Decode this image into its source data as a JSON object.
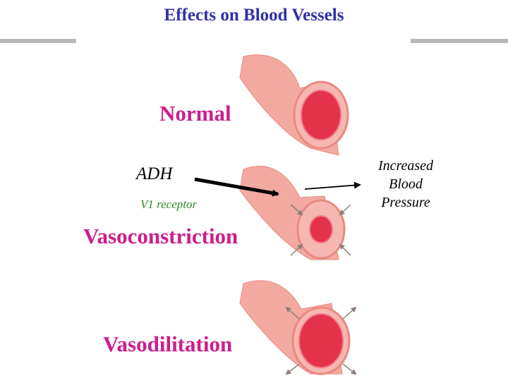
{
  "title": "Effects on Blood Vessels",
  "labels": {
    "normal": "Normal",
    "vasoconstriction": "Vasoconstriction",
    "vasodilitation": "Vasodilitation",
    "adh": "ADH",
    "receptor": "V1 receptor"
  },
  "outcome": [
    "Increased",
    "Blood",
    "Pressure"
  ],
  "colors": {
    "title": "#3030a8",
    "label_magenta": "#cc1e8c",
    "receptor_green": "#2a8a2a",
    "vessel_body": "#f2a9a0",
    "vessel_edge": "#e88a80",
    "lumen_ring": "#f6b7b0",
    "lumen": "#e4324b",
    "arrow_gray": "#8c7f78",
    "rule_gray": "#b9b9b9"
  }
}
